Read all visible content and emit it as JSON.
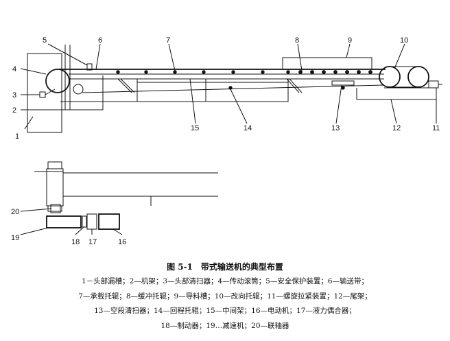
{
  "figure": {
    "caption": "图 5-1　带式输送机的典型布置",
    "legend_lines": [
      "1－头部漏槽；2—机架；3—头部清扫器；4—传动滚筒；5—安全保护装置；6—输送带；",
      "7—承载托辊；8—缓冲托辊；9—导料槽；10—改向托辊；11—螺旋拉紧装置；12—尾架；",
      "13—空段清扫器；14—回程托辊；15—中间架；16—电动机；17—液力偶合器；",
      "18—制动器；19…减速机；20—联轴器"
    ],
    "part_numbers": [
      "1",
      "2",
      "3",
      "4",
      "5",
      "6",
      "7",
      "8",
      "9",
      "10",
      "11",
      "12",
      "13",
      "14",
      "15",
      "16",
      "17",
      "18",
      "19",
      "20"
    ]
  },
  "colors": {
    "ink": "#111111",
    "paper": "#ffffff"
  }
}
